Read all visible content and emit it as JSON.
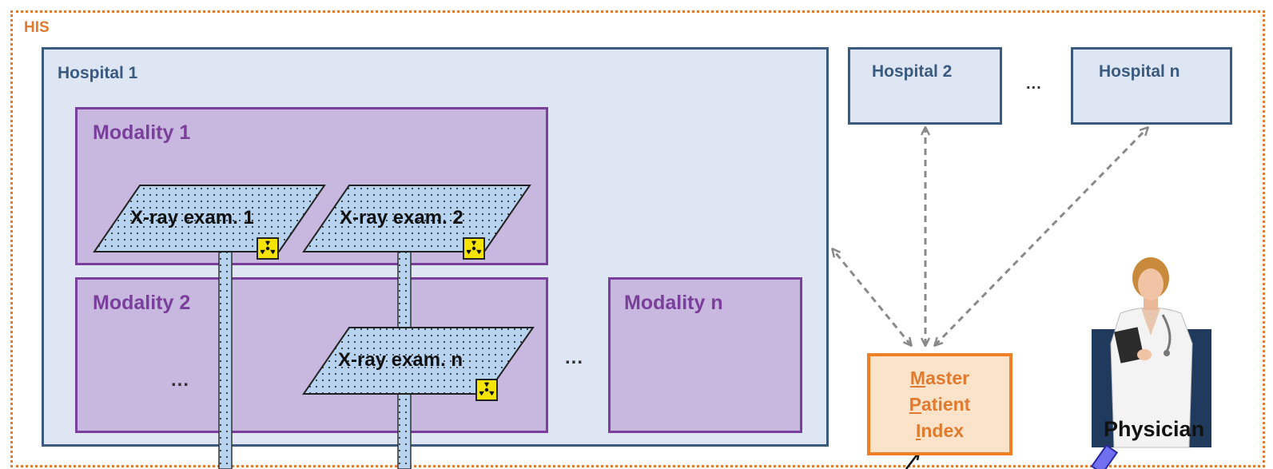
{
  "his": {
    "label": "HIS"
  },
  "hospitals": {
    "h1": "Hospital 1",
    "h2": "Hospital 2",
    "hn": "Hospital n",
    "ellipsis": "..."
  },
  "modalities": {
    "m1": "Modality 1",
    "m2": "Modality 2",
    "mn": "Modality n",
    "m2_ellipsis": "...",
    "between_ellipsis": "..."
  },
  "exams": {
    "e1": "X-ray exam. 1",
    "e2": "X-ray exam. 2",
    "en": "X-ray exam. n"
  },
  "mpi": {
    "line1_initial": "M",
    "line1_rest": "aster",
    "line2_initial": "P",
    "line2_rest": "atient",
    "line3_initial": "I",
    "line3_rest": "ndex"
  },
  "physician": {
    "label": "Physician"
  },
  "colors": {
    "his": "#e07a2e",
    "hospital_fill": "#dfe6f3",
    "hospital_border": "#3a5a80",
    "modality_fill": "#c8b8e0",
    "modality_border": "#7a3f9a",
    "exam_fill": "#b8d3ef",
    "mpi_border": "#ef7f26",
    "radiation": "#f5e400"
  },
  "icons": [
    "radiation-icon",
    "physician-figure",
    "arrow-icon"
  ]
}
